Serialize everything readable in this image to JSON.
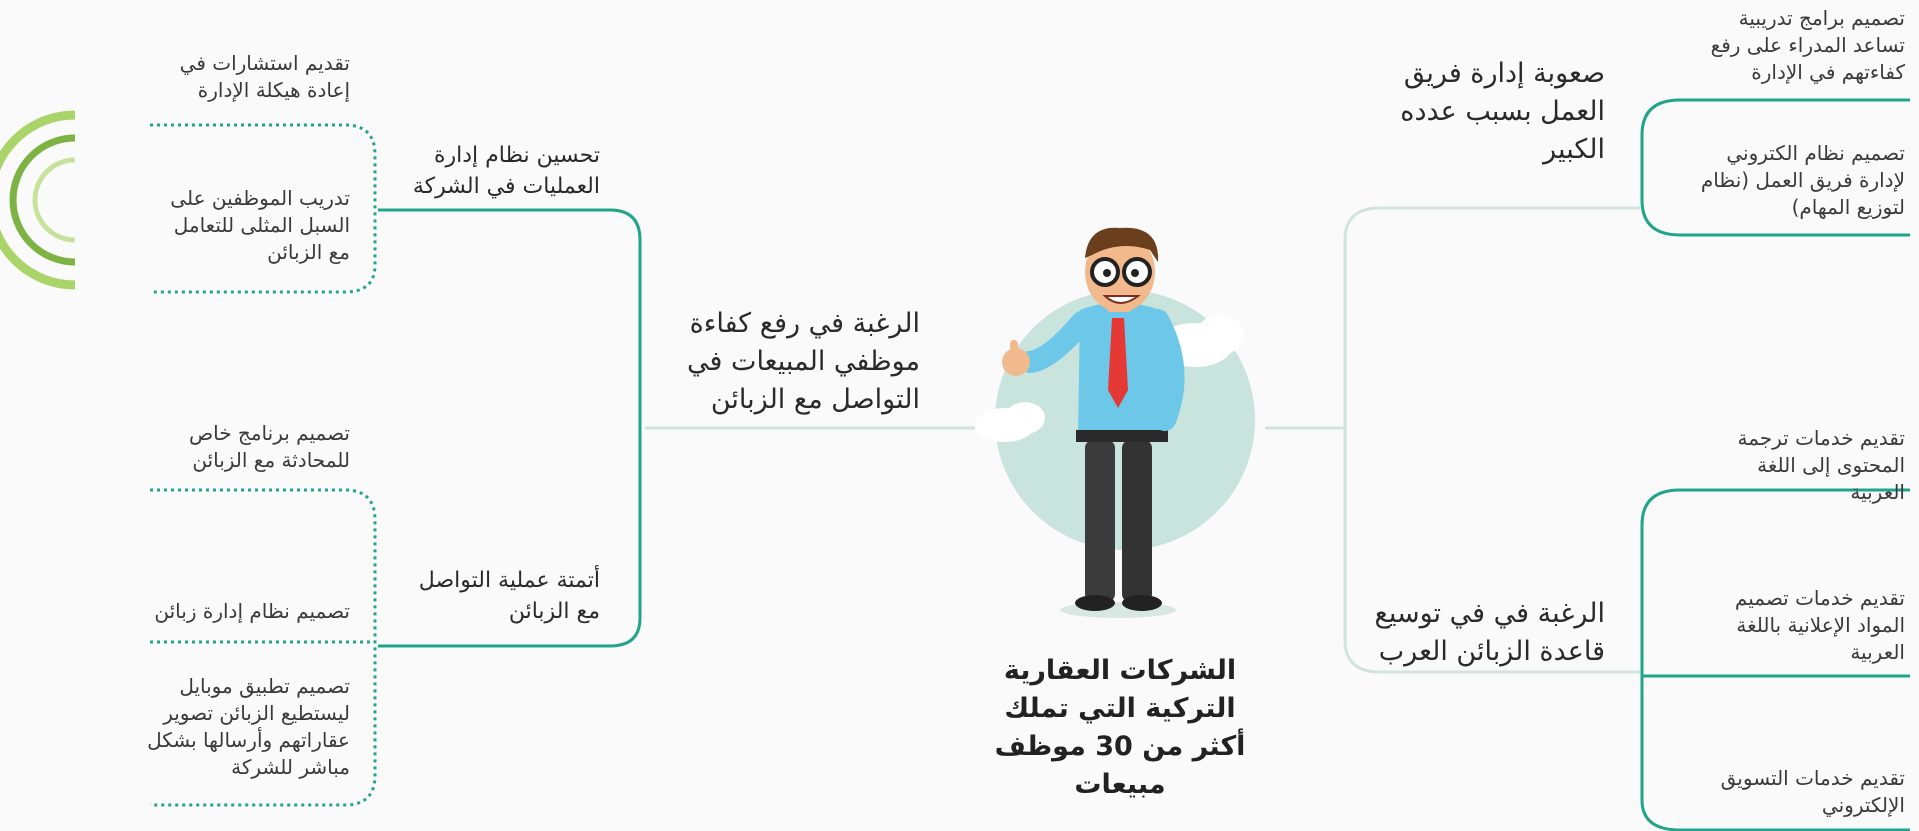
{
  "central": {
    "label": "الشركات العقارية\nالتركية التي تملك\nأكثر من 30 موظف\nمبيعات"
  },
  "left": {
    "main": "الرغبة في رفع كفاءة\nموظفي المبيعات في\nالتواصل مع الزبائن",
    "branch_top": {
      "label": "تحسين نظام إدارة\nالعمليات في الشركة",
      "leaves": [
        "تقديم استشارات في\nإعادة هيكلة الإدارة",
        "تدريب الموظفين على\nالسبل المثلى للتعامل\nمع الزبائن"
      ]
    },
    "branch_bottom": {
      "label": "أتمتة عملية التواصل\nمع الزبائن",
      "leaves": [
        "تصميم برنامج خاص\nللمحادثة مع الزبائن",
        "تصميم نظام إدارة زبائن",
        "تصميم تطبيق موبايل\nليستطيع الزبائن تصوير\nعقاراتهم وأرسالها بشكل\nمباشر للشركة"
      ]
    }
  },
  "right": {
    "branch_top": {
      "label": "صعوبة إدارة فريق\nالعمل بسبب عدده\nالكبير",
      "leaves": [
        "تصميم برامج تدريبية\nتساعد المدراء على رفع\nكفاءتهم في الإدارة",
        "تصميم نظام الكتروني\nلإدارة فريق العمل (نظام\nلتوزيع المهام)"
      ]
    },
    "branch_bottom": {
      "label": "الرغبة في في توسيع\nقاعدة الزبائن العرب",
      "leaves": [
        "تقديم خدمات ترجمة\nالمحتوى إلى اللغة\nالعربية",
        "تقديم خدمات تصميم\nالمواد الإعلانية باللغة\nالعربية",
        "تقديم خدمات التسويق\nالإلكتروني"
      ]
    }
  },
  "colors": {
    "green": "#21a58a",
    "light_green": "#cfe4df",
    "circle": "#c9e4dd",
    "dots": "#21a58a",
    "ring_outer": "#9ccc50",
    "ring_inner": "#7cb342"
  },
  "icons": {
    "figure": "businessman-thumbs-up-icon",
    "decor": "green-rings-icon"
  }
}
